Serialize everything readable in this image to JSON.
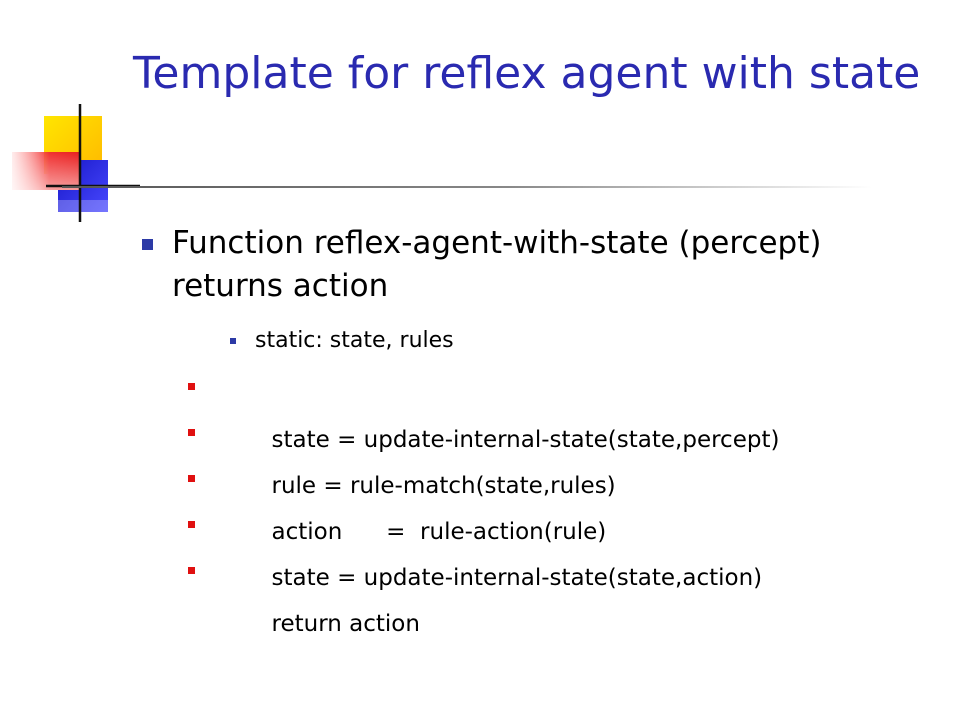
{
  "slide": {
    "title": "Template for reflex agent with state",
    "main_bullet": "Function reflex-agent-with-state (percept) returns action",
    "sub_bullet": "static: state, rules",
    "statements": [
      "state = update-internal-state(state,percept)",
      "rule = rule-match(state,rules)",
      "action      =  rule-action(rule)",
      "state = update-internal-state(state,action)",
      "return action"
    ]
  },
  "colors": {
    "title": "#2a2ab0",
    "level1_bullet": "#2c3aa6",
    "statement_bullet": "#e01010",
    "logo_yellow": "#ffd000",
    "logo_red": "#f03030",
    "logo_blue": "#2a2ae0"
  },
  "icons": {
    "logo": "decorative-squares-logo-icon"
  }
}
